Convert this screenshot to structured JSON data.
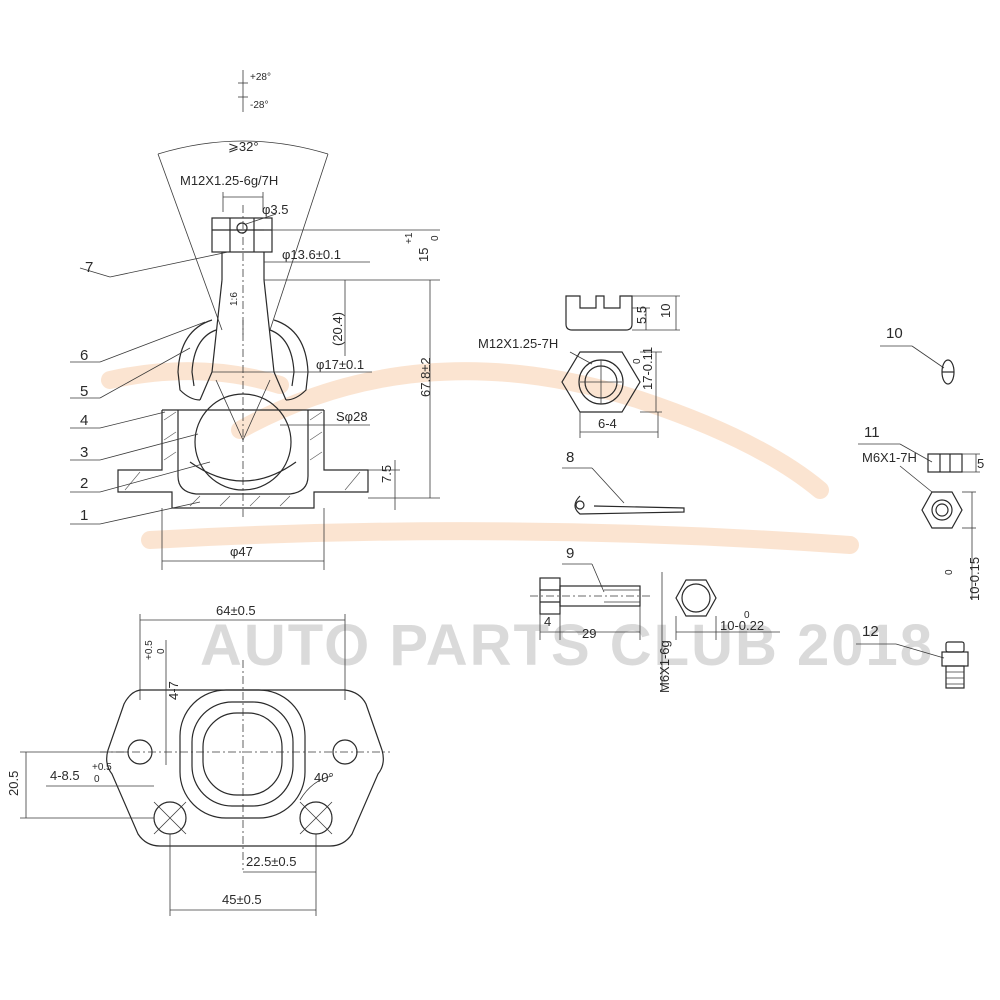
{
  "watermark": "AUTO PARTS CLUB 2018",
  "colors": {
    "line": "#2a2a2a",
    "watermark_swoosh": "#f3b37a",
    "watermark_text": "#bdbdbd"
  },
  "labels": {
    "ang_up": "+28°",
    "ang_dn": "-28°",
    "cone": "⩾32°",
    "thread_stud": "M12X1.25-6g/7H",
    "hole": "φ3.5",
    "d136": "φ13.6±0.1",
    "tol15": "15",
    "tol15_up": "+1",
    "tol15_dn": "0",
    "taper": "1:6",
    "d204": "(20.4)",
    "d17": "φ17±0.1",
    "s28": "Sφ28",
    "h678": "67.8±2",
    "h75": "7.5",
    "d47": "φ47",
    "nut_h10": "10",
    "nut_h55": "5.5",
    "nut_thread": "M12X1.25-7H",
    "nut_w17": "17-0.11",
    "nut_w17_up": "0",
    "nut_w6": "6-4",
    "w64": "64±0.5",
    "holes_4_7": "4-7",
    "holes_4_7_up": "+0.5",
    "holes_4_7_dn": "0",
    "h205": "20.5",
    "holes_4_85": "4-8.5",
    "holes_4_85_up": "+0.5",
    "holes_4_85_dn": "0",
    "ang40": "40°",
    "w225": "22.5±0.5",
    "w45": "45±0.5",
    "bolt_l4": "4",
    "bolt_l29": "29",
    "bolt_thread": "M6X1-6g",
    "bolt_hex": "10-0.22",
    "bolt_hex_up": "0",
    "nut_m6_h5": "5",
    "nut_m6_thread": "M6X1-7H",
    "nut_m6_w": "10-0.15",
    "nut_m6_w_up": "0"
  },
  "callouts": [
    "1",
    "2",
    "3",
    "4",
    "5",
    "6",
    "7",
    "8",
    "9",
    "10",
    "11",
    "12"
  ]
}
